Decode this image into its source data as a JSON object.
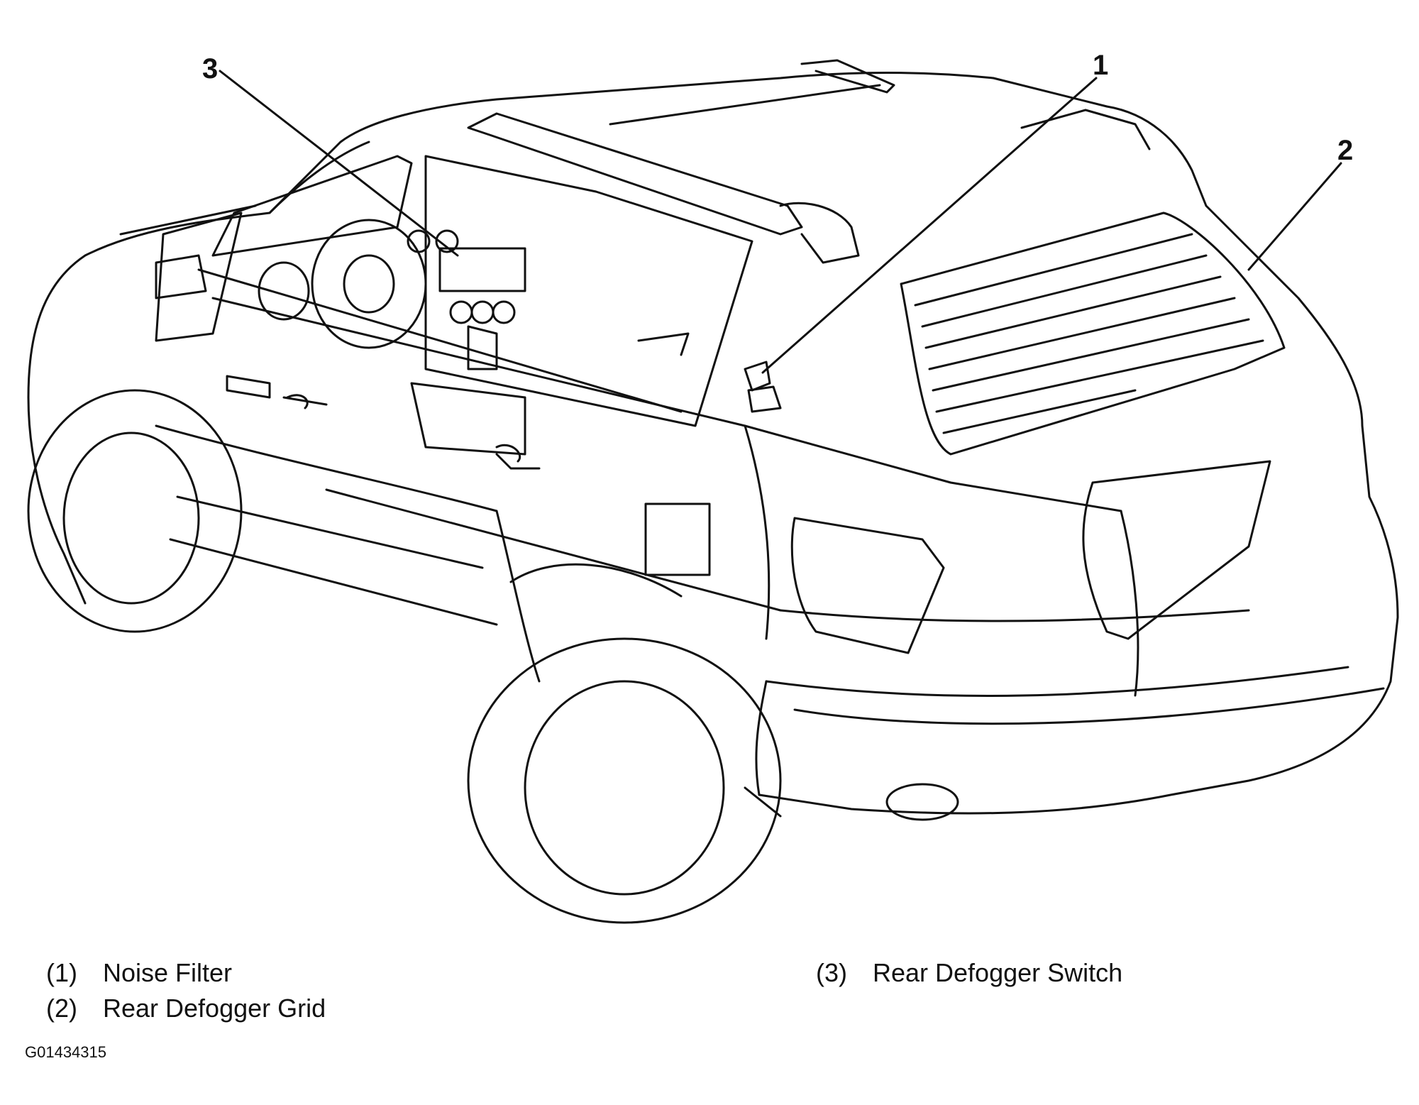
{
  "callouts": [
    {
      "num": "1",
      "label": "Noise Filter"
    },
    {
      "num": "2",
      "label": "Rear Defogger Grid"
    },
    {
      "num": "3",
      "label": "Rear Defogger Switch"
    }
  ],
  "legend": [
    {
      "num": "(1)",
      "label": "Noise Filter"
    },
    {
      "num": "(2)",
      "label": "Rear Defogger Grid"
    },
    {
      "num": "(3)",
      "label": "Rear Defogger Switch"
    }
  ],
  "figure_id": "G01434315"
}
